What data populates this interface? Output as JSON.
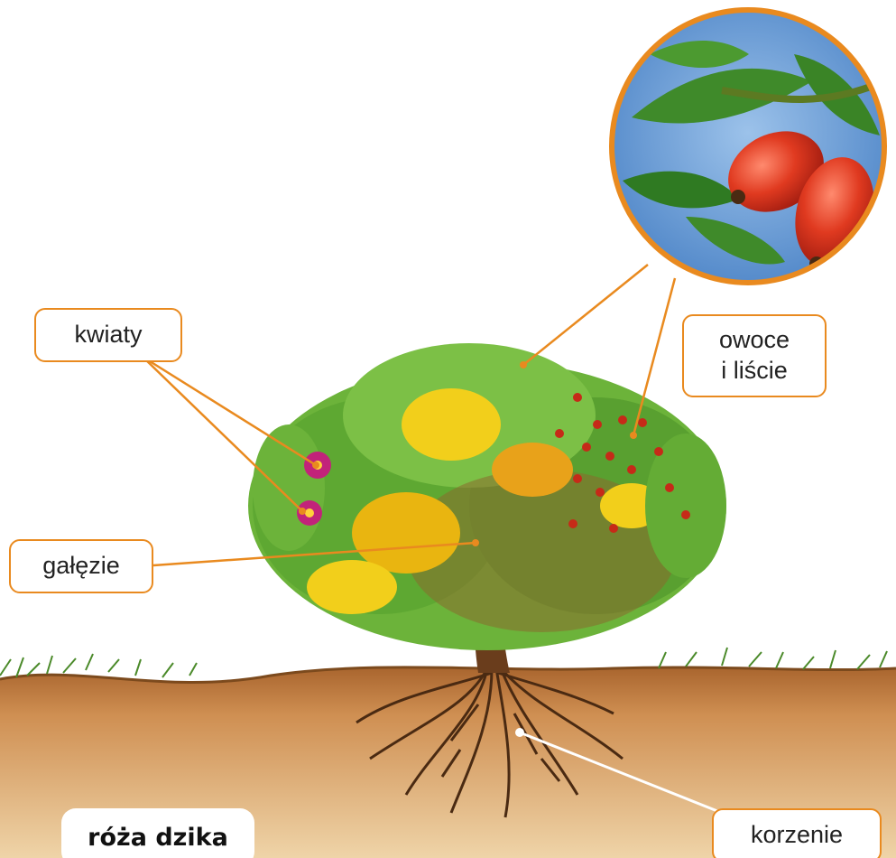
{
  "diagram": {
    "title": "róża dzika",
    "labels": {
      "flowers": "kwiaty",
      "branches": "gałęzie",
      "fruits_line1": "owoce",
      "fruits_line2": "i liście",
      "roots": "korzenie"
    }
  },
  "colors": {
    "accent": "#e98a1f",
    "soil": "#d9a36a",
    "foliage": "#5ea832",
    "fruit": "#d9341e",
    "flower": "#c2237a",
    "sky": "#5a90cf"
  }
}
